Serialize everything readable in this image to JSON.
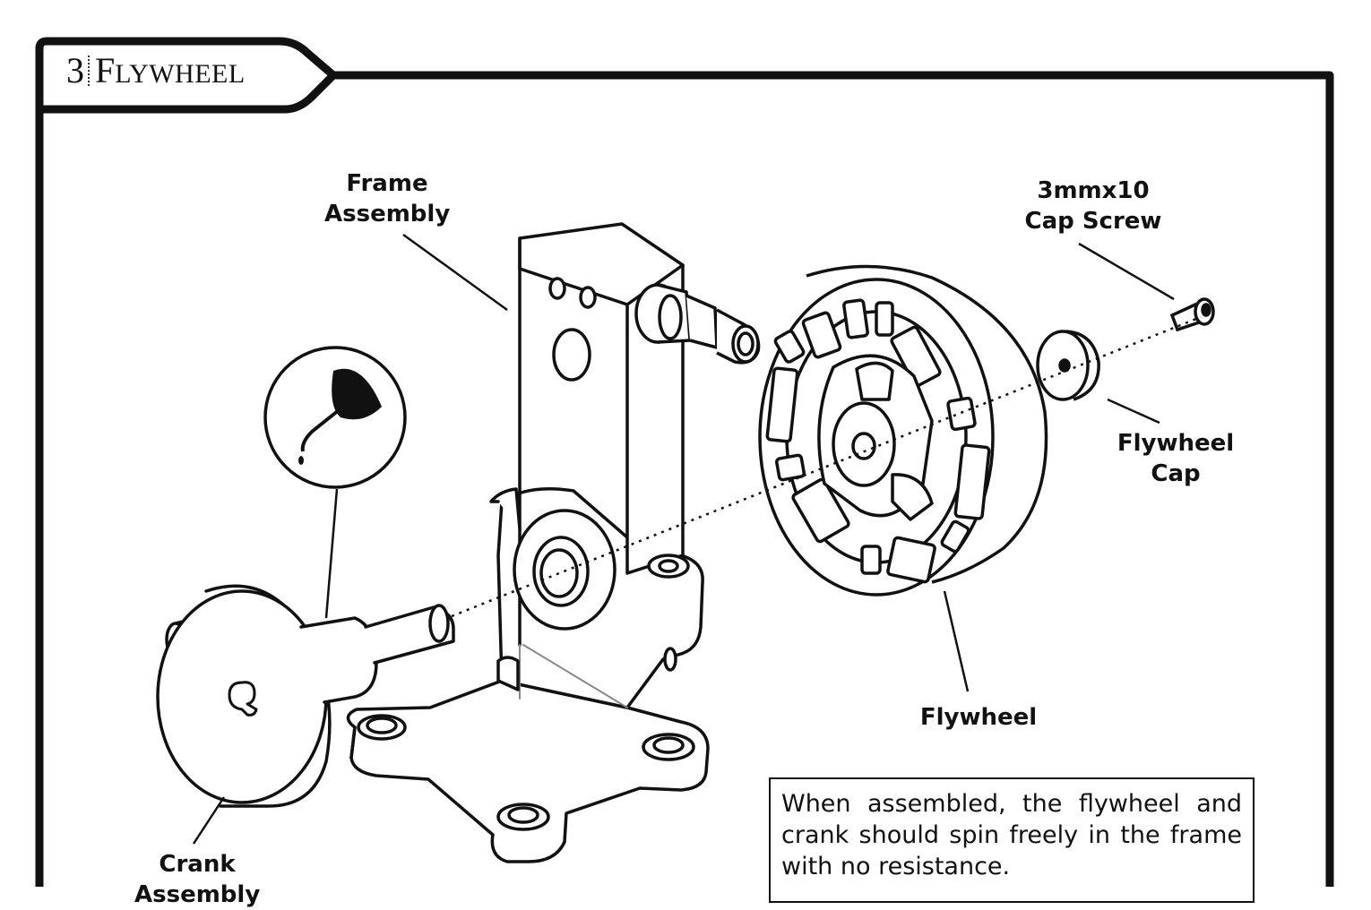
{
  "section": {
    "number": "3",
    "title_first_letter": "F",
    "title_rest": "LYWHEEL"
  },
  "labels": {
    "frame_assembly_line1": "Frame",
    "frame_assembly_line2": "Assembly",
    "cap_screw_line1": "3mmx10",
    "cap_screw_line2": "Cap Screw",
    "flywheel_cap_line1": "Flywheel",
    "flywheel_cap_line2": "Cap",
    "flywheel": "Flywheel",
    "crank": "Crank",
    "crank_line2": "Assembly"
  },
  "note": {
    "text": "When assembled, the flywheel and crank should spin freely in the frame with no resistance."
  },
  "icons": {
    "lubrication": "oil-can-icon"
  }
}
